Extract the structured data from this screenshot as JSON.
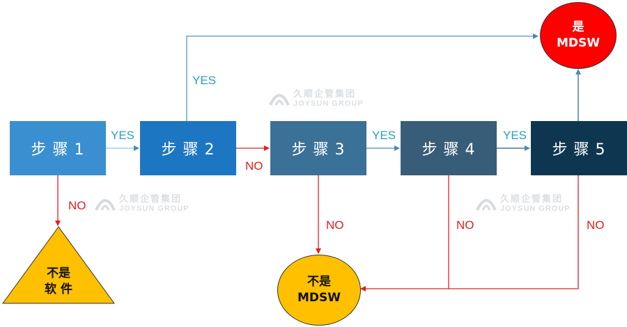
{
  "steps": [
    {
      "label": "步 骤 1"
    },
    {
      "label": "步 骤 2"
    },
    {
      "label": "步 骤 3"
    },
    {
      "label": "步 骤 4"
    },
    {
      "label": "步 骤 5"
    }
  ],
  "edges": {
    "yes": "YES",
    "no": "NO"
  },
  "outcomes": {
    "is_mdsw": {
      "line1": "是",
      "line2": "MDSW"
    },
    "not_mdsw": {
      "line1": "不是",
      "line2": "MDSW"
    },
    "not_software": {
      "line1": "不是",
      "line2": "软 件"
    }
  },
  "watermark": {
    "cn": "久顺企管集团",
    "en": "JOYSUN GROUP"
  },
  "colors": {
    "yes_arrow": "#4aa3c7",
    "no_arrow": "#e02020",
    "is_mdsw": "#ff0000",
    "not_mdsw": "#ffc000",
    "not_software": "#ffc000"
  }
}
